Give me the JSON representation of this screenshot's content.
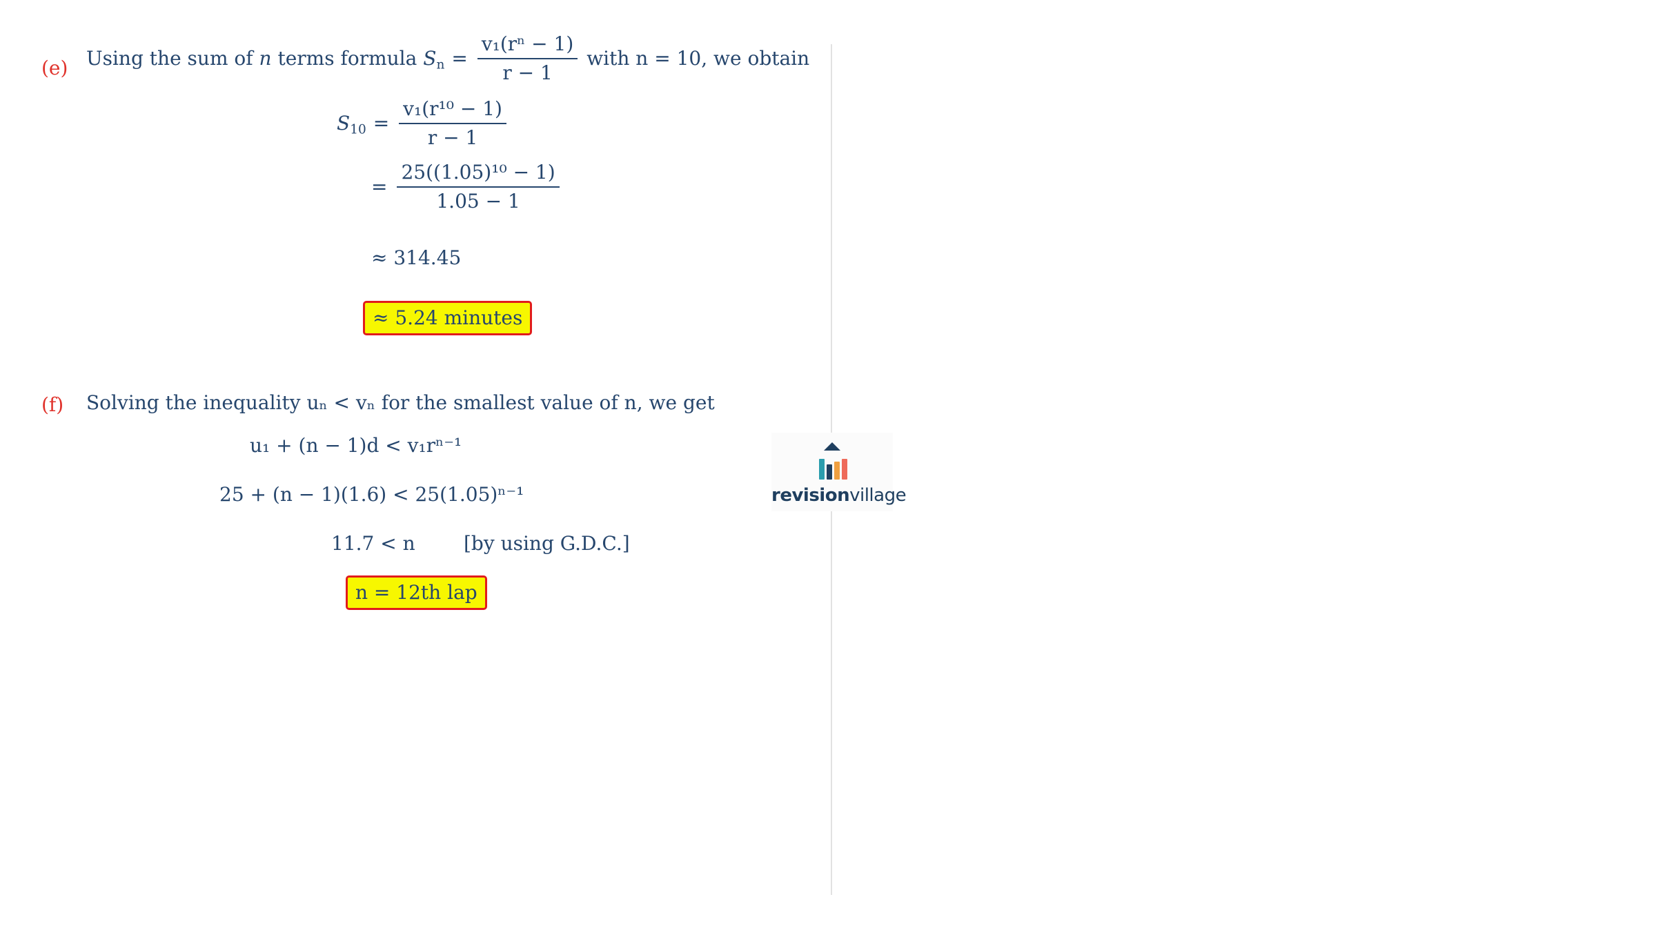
{
  "part_e": {
    "label": "(e)",
    "intro_text": "Using the sum of",
    "intro_var": "n",
    "intro_text2": "terms formula",
    "formula": {
      "lhs": "S",
      "lhs_sub": "n",
      "num": "v₁(rⁿ − 1)",
      "den": "r − 1"
    },
    "intro_tail": "with n = 10, we obtain",
    "steps": [
      {
        "lhs": "S",
        "lhs_sub": "10",
        "num": "v₁(r¹⁰ − 1)",
        "den": "r − 1"
      },
      {
        "num": "25((1.05)¹⁰ − 1)",
        "den": "1.05 − 1"
      }
    ],
    "approx_value": "≈ 314.45",
    "answer": "≈ 5.24 minutes"
  },
  "part_f": {
    "label": "(f)",
    "intro_text": "Solving the inequality uₙ < vₙ for the smallest value of n, we get",
    "line1": "u₁ + (n − 1)d < v₁rⁿ⁻¹",
    "line2": "25 + (n − 1)(1.6) < 25(1.05)ⁿ⁻¹",
    "line3": "11.7 < n",
    "line3_note": "[by using G.D.C.]",
    "answer": "n = 12th lap"
  },
  "logo": {
    "brand_bold": "revision",
    "brand_light": "village",
    "colors": {
      "navy": "#1f3f5f",
      "teal": "#2a9dad",
      "orange": "#f0a040",
      "coral": "#ee6a5a"
    }
  },
  "colors": {
    "text": "#26466d",
    "label": "#e0322b",
    "highlight": "#f7f700",
    "box_border": "#e11c1c"
  }
}
